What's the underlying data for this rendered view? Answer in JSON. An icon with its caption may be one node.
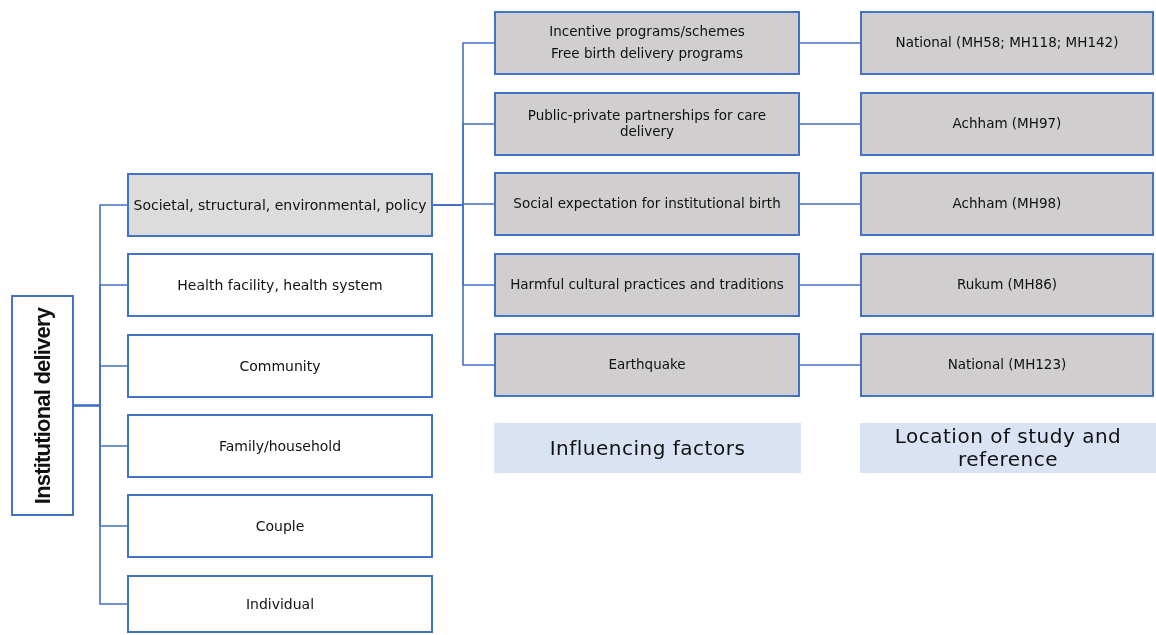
{
  "diagram": {
    "nodes": [
      {
        "text": [
          "Institutional delivery"
        ]
      },
      {
        "text": [
          "Societal, structural, environmental, policy"
        ]
      },
      {
        "text": [
          "Health facility, health system"
        ]
      },
      {
        "text": [
          "Community"
        ]
      },
      {
        "text": [
          "Family/household"
        ]
      },
      {
        "text": [
          "Couple"
        ]
      },
      {
        "text": [
          "Individual"
        ]
      },
      {
        "text": [
          "Incentive programs/schemes",
          "Free birth delivery programs"
        ]
      },
      {
        "text": [
          "Public-private partnerships for care delivery"
        ]
      },
      {
        "text": [
          "Social expectation for institutional birth"
        ]
      },
      {
        "text": [
          "Harmful cultural practices and traditions"
        ]
      },
      {
        "text": [
          "Earthquake"
        ]
      },
      {
        "text": [
          "National (MH58; MH118; MH142)"
        ]
      },
      {
        "text": [
          "Achham (MH97)"
        ]
      },
      {
        "text": [
          "Achham (MH98)"
        ]
      },
      {
        "text": [
          "Rukum (MH86)"
        ]
      },
      {
        "text": [
          "National (MH123)"
        ]
      },
      {
        "text": [
          "Influencing factors"
        ]
      },
      {
        "text": [
          "Location of study and reference"
        ]
      }
    ],
    "edges": [
      {
        "from": 0,
        "to": 1,
        "arrow": "none"
      },
      {
        "from": 0,
        "to": 2,
        "arrow": "none"
      },
      {
        "from": 0,
        "to": 3,
        "arrow": "none"
      },
      {
        "from": 0,
        "to": 4,
        "arrow": "none"
      },
      {
        "from": 0,
        "to": 5,
        "arrow": "none"
      },
      {
        "from": 0,
        "to": 6,
        "arrow": "none"
      },
      {
        "from": 1,
        "to": 7,
        "arrow": "none"
      },
      {
        "from": 1,
        "to": 8,
        "arrow": "none"
      },
      {
        "from": 1,
        "to": 9,
        "arrow": "none"
      },
      {
        "from": 1,
        "to": 10,
        "arrow": "none"
      },
      {
        "from": 1,
        "to": 11,
        "arrow": "none"
      },
      {
        "from": 7,
        "to": 12,
        "arrow": "none"
      },
      {
        "from": 8,
        "to": 13,
        "arrow": "none"
      },
      {
        "from": 9,
        "to": 14,
        "arrow": "none"
      },
      {
        "from": 10,
        "to": 15,
        "arrow": "none"
      },
      {
        "from": 11,
        "to": 16,
        "arrow": "none"
      }
    ]
  }
}
